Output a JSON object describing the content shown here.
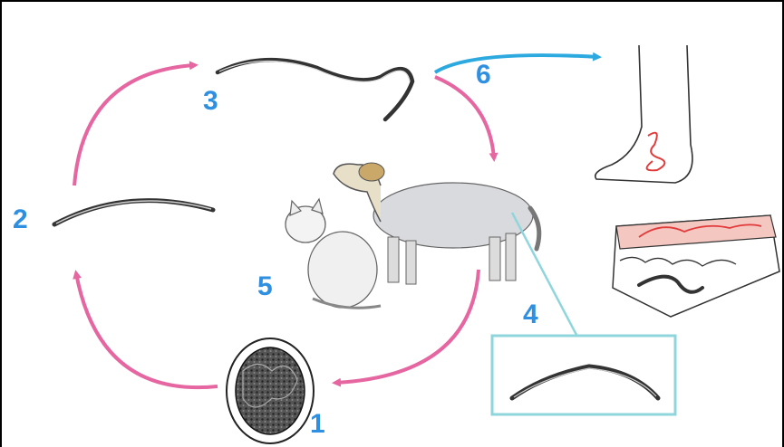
{
  "stages": [
    {
      "num": "1"
    },
    {
      "num": "2"
    },
    {
      "num": "3"
    },
    {
      "num": "4"
    },
    {
      "num": "5"
    },
    {
      "num": "6"
    }
  ],
  "colors": {
    "cycle_arrow": "#e566a1",
    "accidental_arrow": "#2ca9df",
    "label": "#2f8fe0",
    "inset_border": "#8fd6dc",
    "track": "#e23a3a"
  }
}
